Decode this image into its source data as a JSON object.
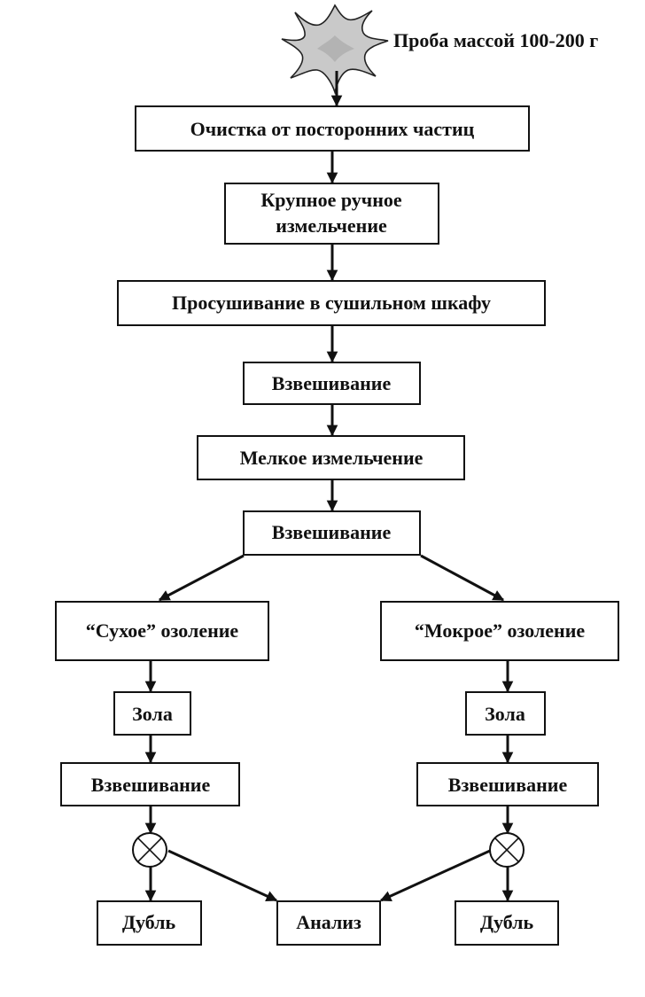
{
  "diagram": {
    "sample_label": "Проба массой 100-200 г",
    "steps": {
      "cleaning": "Очистка от посторонних частиц",
      "coarse_line1": "Крупное ручное",
      "coarse_line2": "измельчение",
      "drying": "Просушивание в сушильном шкафу",
      "weigh1": "Взвешивание",
      "fine": "Мелкое измельчение",
      "weigh2": "Взвешивание"
    },
    "branches": {
      "dry": {
        "ashing": "“Сухое” озоление",
        "ash": "Зола",
        "weigh": "Взвешивание",
        "duplicate": "Дубль"
      },
      "wet": {
        "ashing": "“Мокрое” озоление",
        "ash": "Зола",
        "weigh": "Взвешивание",
        "duplicate": "Дубль"
      }
    },
    "analysis": "Анализ"
  }
}
